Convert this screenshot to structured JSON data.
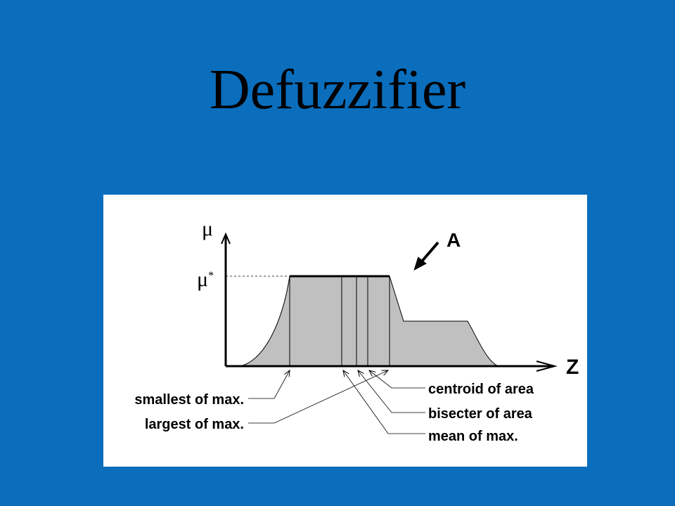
{
  "title": "Defuzzifier",
  "diagram": {
    "y_axis_label": "μ",
    "max_label_symbol": "μ",
    "max_label_sup": "*",
    "x_axis_label": "Z",
    "set_label": "A",
    "methods_left": [
      {
        "label": "smallest of max."
      },
      {
        "label": "largest of max."
      }
    ],
    "methods_right": [
      {
        "label": "centroid of area"
      },
      {
        "label": "bisecter of area"
      },
      {
        "label": "mean of max."
      }
    ],
    "colors": {
      "background": "#0a6ebd",
      "panel": "#ffffff",
      "fill": "#c0c0c0"
    }
  }
}
